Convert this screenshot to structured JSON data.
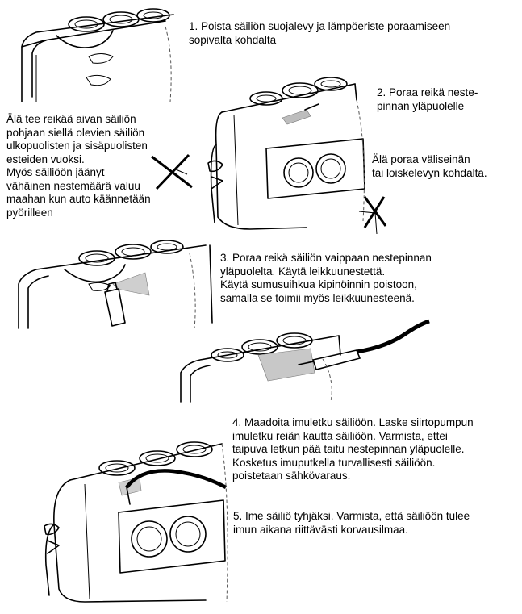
{
  "steps": {
    "s1": "1.   Poista säiliön suojalevy ja lämpöeriste poraamiseen\n       sopivalta kohdalta",
    "s2": "2. Poraa reikä neste-\n       pinnan yläpuolelle",
    "warn_left": "Älä tee reikää aivan säiliön\npohjaan siellä olevien säiliön\nulkopuolisten ja sisäpuolisten\nesteiden vuoksi.\nMyös säiliöön jäänyt\nvähäinen nestemäärä valuu\nmaahan kun auto käännetään\npyörilleen",
    "warn_right": "Älä poraa väliseinän\ntai loiskelevyn kohdalta.",
    "s3": "3. Poraa reikä säiliön vaippaan nestepinnan\nyläpuolelta. Käytä leikkuunestettä.\nKäytä sumusuihkua kipinöinnin poistoon,\nsamalla se toimii myös leikkuunesteenä.",
    "s4": "4. Maadoita imuletku säiliöön. Laske siirtopumpun\nimuletku reiän kautta säiliöön. Varmista, ettei\ntaipuva letkun pää taitu nestepinnan yläpuolelle.\nKosketus imuputkella turvallisesti säiliöön.\npoistetaan sähkövaraus.",
    "s5": "5. Ime säiliö tyhjäksi. Varmista, että säiliöön tulee\nimun aikana riittävästi korvausilmaa."
  },
  "icons": {
    "cross": "x-cross-icon"
  }
}
